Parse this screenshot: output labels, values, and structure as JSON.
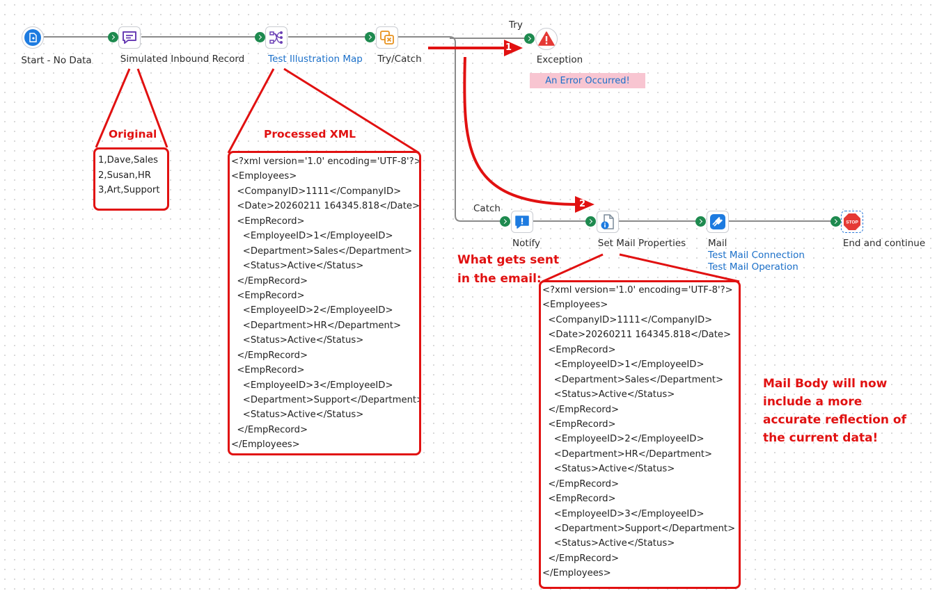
{
  "flow": {
    "start_label": "Start - No Data",
    "simulated_label": "Simulated Inbound Record",
    "map_label": "Test Illustration Map",
    "trycatch_label": "Try/Catch",
    "try_label": "Try",
    "catch_label": "Catch",
    "exception_label": "Exception",
    "exception_message": "An Error Occurred!",
    "notify_label": "Notify",
    "setmail_label": "Set Mail Properties",
    "mail_label": "Mail",
    "mail_connection": "Test Mail Connection",
    "mail_operation": "Test Mail Operation",
    "end_label": "End and continue",
    "stop_icon_text": "STOP"
  },
  "annotations": {
    "original_title": "Original",
    "processed_title": "Processed XML",
    "email_title_line1": "What gets sent",
    "email_title_line2": "in the email:",
    "arrow1": "1",
    "arrow2": "2",
    "note_lines": [
      "Mail Body will now",
      "include a more",
      "accurate reflection of",
      "the current data!"
    ]
  },
  "original_rows": [
    "1,Dave,Sales",
    "2,Susan,HR",
    "3,Art,Support"
  ],
  "processed_xml": [
    "<?xml version='1.0' encoding='UTF-8'?>",
    "<Employees>",
    "  <CompanyID>1111</CompanyID>",
    "  <Date>20260211 164345.818</Date>",
    "  <EmpRecord>",
    "    <EmployeeID>1</EmployeeID>",
    "    <Department>Sales</Department>",
    "    <Status>Active</Status>",
    "  </EmpRecord>",
    "  <EmpRecord>",
    "    <EmployeeID>2</EmployeeID>",
    "    <Department>HR</Department>",
    "    <Status>Active</Status>",
    "  </EmpRecord>",
    "  <EmpRecord>",
    "    <EmployeeID>3</EmployeeID>",
    "    <Department>Support</Department>",
    "    <Status>Active</Status>",
    "  </EmpRecord>",
    "</Employees>"
  ],
  "email_xml": [
    "<?xml version='1.0' encoding='UTF-8'?>",
    "<Employees>",
    "  <CompanyID>1111</CompanyID>",
    "  <Date>20260211 164345.818</Date>",
    "  <EmpRecord>",
    "    <EmployeeID>1</EmployeeID>",
    "    <Department>Sales</Department>",
    "    <Status>Active</Status>",
    "  </EmpRecord>",
    "  <EmpRecord>",
    "    <EmployeeID>2</EmployeeID>",
    "    <Department>HR</Department>",
    "    <Status>Active</Status>",
    "  </EmpRecord>",
    "  <EmpRecord>",
    "    <EmployeeID>3</EmployeeID>",
    "    <Department>Support</Department>",
    "    <Status>Active</Status>",
    "  </EmpRecord>",
    "</Employees>"
  ],
  "colors": {
    "connector_green": "#1e8a4f",
    "annotation_red": "#e11111",
    "link_blue": "#1a6fc9",
    "error_badge_pink": "#f8c5d1",
    "start_blue": "#1d7be0",
    "message_purple": "#6a3fb5"
  },
  "icons": {
    "start": "document-start-icon",
    "simulated": "message-bubble-icon",
    "map": "map-transform-icon",
    "trycatch": "try-catch-icon",
    "exception": "warning-triangle-icon",
    "notify": "notify-bubble-icon",
    "setmail": "document-info-icon",
    "mail": "plug-connector-icon",
    "end": "stop-sign-icon"
  }
}
